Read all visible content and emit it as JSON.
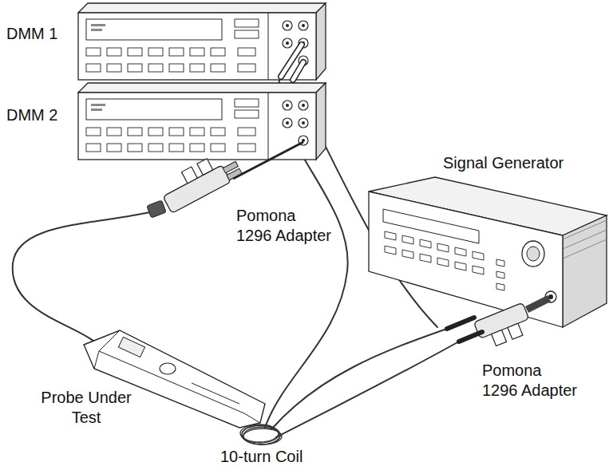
{
  "diagram": {
    "labels": [
      "DMM 1",
      "DMM 2",
      "Pomona 1296 Adapter",
      "Signal Generator",
      "Pomona 1296 Adapter",
      "Probe Under Test",
      "10-turn Coil"
    ]
  }
}
